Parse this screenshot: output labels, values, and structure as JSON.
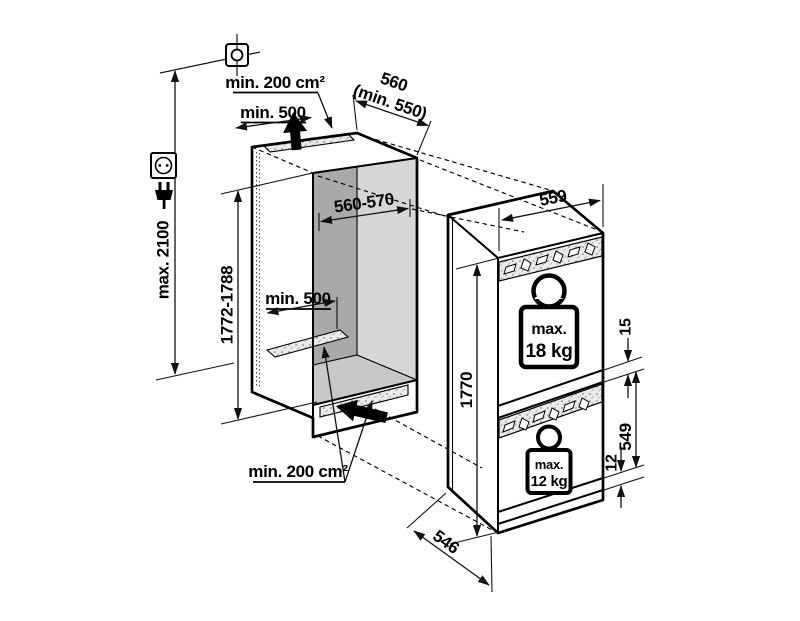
{
  "diagram_type": "built-in appliance installation drawing",
  "niche": {
    "top_vent_area": "min. 200 cm²",
    "top_clearance": "min. 500",
    "depth": "560",
    "depth_min": "(min. 550)",
    "interior_width": "560-570",
    "interior_height": "1772-1788",
    "max_total_height": "max. 2100",
    "interior_depth": "min. 500",
    "bottom_vent_area": "min. 200 cm²"
  },
  "appliance": {
    "width": "559",
    "height": "1770",
    "depth": "546",
    "top_gap": "15",
    "lower_door_height": "549",
    "door_gap": "12",
    "upper_door_max_weight_label": "max.",
    "upper_door_max_weight": "18 kg",
    "lower_door_max_weight_label": "max.",
    "lower_door_max_weight": "12 kg"
  },
  "icons": {
    "junction_box": "mains-connection-point",
    "socket": "power-socket",
    "plug": "power-plug",
    "air_out": "airflow-up",
    "air_in": "airflow-in"
  }
}
